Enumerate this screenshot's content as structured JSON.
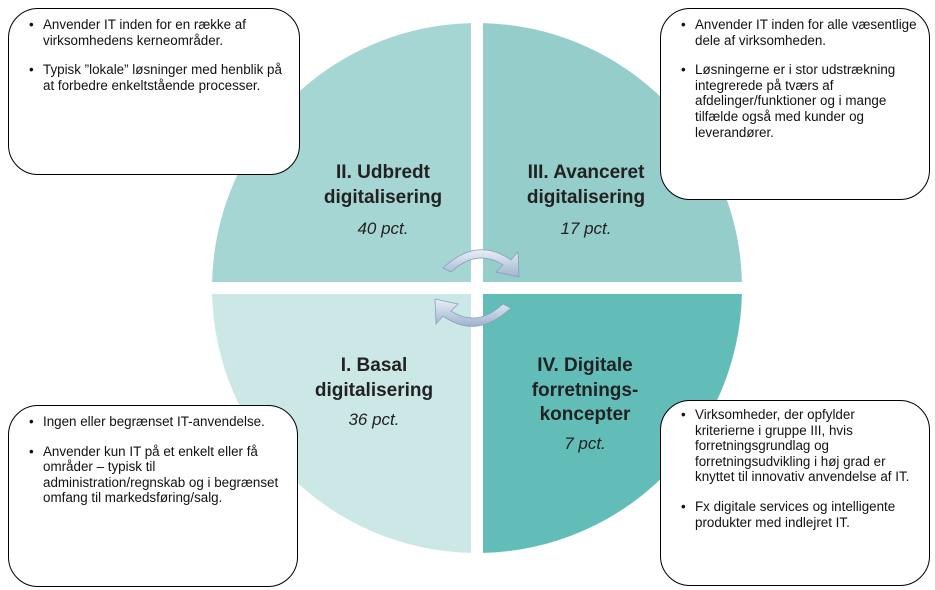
{
  "quadrants": {
    "q2": {
      "title_line1": "II. Udbredt",
      "title_line2": "digitalisering",
      "pct": "40 pct.",
      "color": "#a6d6d3"
    },
    "q3": {
      "title_line1": "III. Avanceret",
      "title_line2": "digitalisering",
      "pct": "17 pct.",
      "color": "#94cdca"
    },
    "q1": {
      "title_line1": "I. Basal",
      "title_line2": "digitalisering",
      "pct": "36 pct.",
      "color": "#cce8e6"
    },
    "q4": {
      "title_line1": "IV. Digitale",
      "title_line2": "forretnings-",
      "title_line3": "koncepter",
      "pct": "7 pct.",
      "color": "#62bdb9"
    }
  },
  "callouts": {
    "top_left": [
      "Anvender IT inden for en række af virksomhedens kerneområder.",
      "Typisk ”lokale” løsninger med henblik på at forbedre enkeltstående processer."
    ],
    "top_right": [
      "Anvender IT inden for alle væsentlige dele af virksomheden.",
      "Løsningerne er i stor udstrækning integrerede på tværs af afdelinger/funktioner og i mange tilfælde også med kunder og leverandører."
    ],
    "bottom_left": [
      "Ingen eller begrænset IT-anvendelse.",
      "Anvender kun IT på et enkelt eller få områder – typisk til administration/regnskab og i begrænset omfang til markedsføring/salg."
    ],
    "bottom_right": [
      "Virksomheder, der opfylder kriterierne i gruppe III, hvis forretningsgrundlag og forretningsudvikling i høj grad er knyttet til innovativ anvendelse af IT.",
      "Fx digitale services og intelligente produkter med indlejret IT."
    ]
  },
  "icons": {
    "center": "circular-arrows-icon"
  }
}
